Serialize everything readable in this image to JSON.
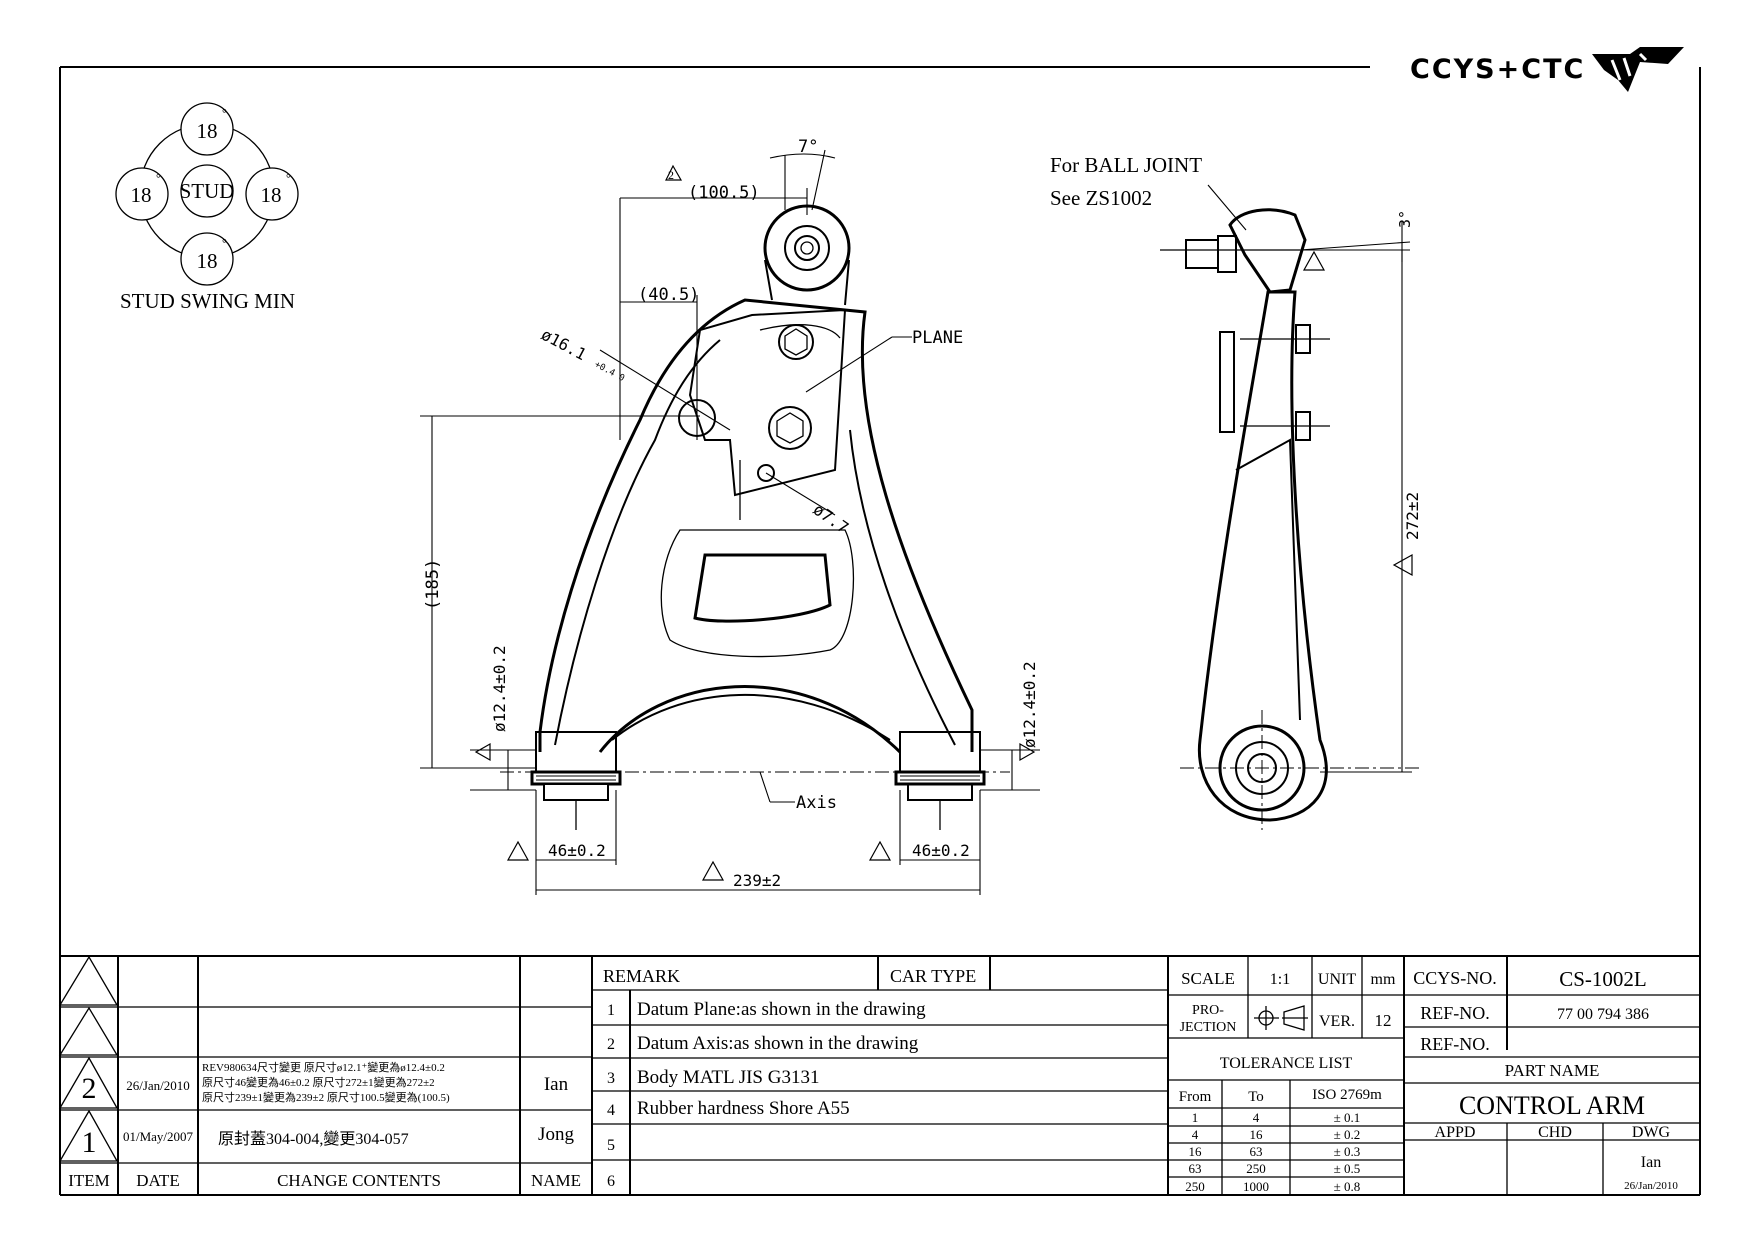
{
  "brand": {
    "text": "CCYS+CTC"
  },
  "stud_swing": {
    "title": "STUD SWING MIN",
    "center_label": "STUD",
    "angles": [
      "18",
      "18",
      "18",
      "18"
    ],
    "degree_mark": "°"
  },
  "views": {
    "ball_joint_note": [
      "For BALL JOINT",
      "See ZS1002"
    ],
    "dimensions": {
      "angle_top": "7°",
      "dim_100_5": "(100.5)",
      "dim_40_5": "(40.5)",
      "dim_hole_16": "ø16.1",
      "tol_hole_16": "+0.4 0",
      "label_plane": "PLANE",
      "dim_hole_7": "ø7.7",
      "dim_185": "(185)",
      "dim_bush_left": "ø12.4±0.2",
      "dim_bush_right": "ø12.4±0.2",
      "label_axis": "Axis",
      "dim_46_left": "46±0.2",
      "dim_46_right": "46±0.2",
      "dim_239": "239±2",
      "angle_side": "3°",
      "dim_272": "272±2"
    },
    "rev_mark": "2",
    "rev_mark_1": "1"
  },
  "revision_table": {
    "headers": {
      "item": "ITEM",
      "date": "DATE",
      "contents": "CHANGE CONTENTS",
      "name": "NAME"
    },
    "rows": [
      {
        "item": "",
        "date": "",
        "contents": "",
        "name": ""
      },
      {
        "item": "",
        "date": "",
        "contents": "",
        "name": ""
      },
      {
        "item": "2",
        "date": "26/Jan/2010",
        "contents_lines": [
          "REV980634尺寸變更 原尺寸ø12.1⁺變更為ø12.4±0.2",
          "原尺寸46變更為46±0.2 原尺寸272±1變更為272±2",
          "原尺寸239±1變更為239±2 原尺寸100.5變更為(100.5)"
        ],
        "name": "Ian"
      },
      {
        "item": "1",
        "date": "01/May/2007",
        "contents": "原封蓋304-004,變更304-057",
        "name": "Jong"
      }
    ]
  },
  "remarks": {
    "title": "REMARK",
    "car_type_label": "CAR TYPE",
    "car_type_value": "",
    "items": [
      {
        "no": "1",
        "text": "Datum Plane:as shown in the drawing"
      },
      {
        "no": "2",
        "text": "Datum Axis:as shown in the drawing"
      },
      {
        "no": "3",
        "text": "Body MATL JIS G3131"
      },
      {
        "no": "4",
        "text": "Rubber hardness Shore A55"
      },
      {
        "no": "5",
        "text": ""
      },
      {
        "no": "6",
        "text": ""
      }
    ]
  },
  "spec": {
    "scale_label": "SCALE",
    "scale_value": "1:1",
    "unit_label": "UNIT",
    "unit_value": "mm",
    "projection_label": "PRO-\nJECTION",
    "projection_line1": "PRO-",
    "projection_line2": "JECTION",
    "ver_label": "VER.",
    "ver_value": "12",
    "tolerance_title": "TOLERANCE LIST",
    "tolerance_headers": [
      "From",
      "To",
      "ISO 2769m"
    ],
    "tolerance_rows": [
      [
        "1",
        "4",
        "± 0.1"
      ],
      [
        "4",
        "16",
        "± 0.2"
      ],
      [
        "16",
        "63",
        "± 0.3"
      ],
      [
        "63",
        "250",
        "± 0.5"
      ],
      [
        "250",
        "1000",
        "± 0.8"
      ]
    ]
  },
  "title_block": {
    "ccys_label": "CCYS-NO.",
    "ccys_value": "CS-1002L",
    "ref_label_1": "REF-NO.",
    "ref_value_1": "77 00 794 386",
    "ref_label_2": "REF-NO.",
    "ref_value_2": "",
    "part_name_label": "PART NAME",
    "part_name_value": "CONTROL ARM",
    "appd_label": "APPD",
    "chd_label": "CHD",
    "dwg_label": "DWG",
    "appd_value": "",
    "chd_value": "",
    "dwg_value": "Ian",
    "dwg_date": "26/Jan/2010"
  }
}
